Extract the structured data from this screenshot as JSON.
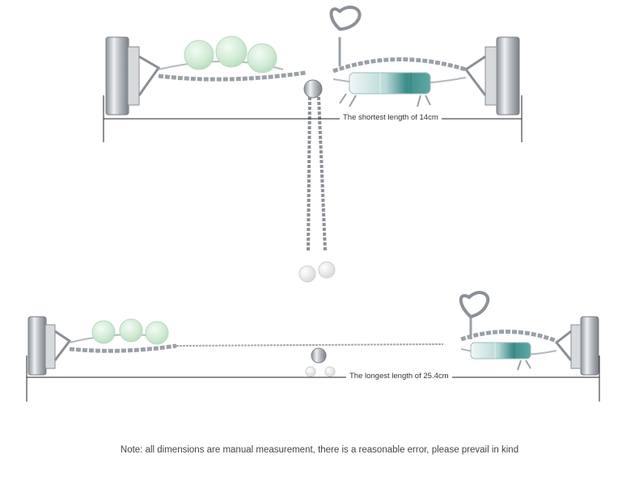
{
  "measurements": {
    "shortest_label": "The shortest length of 14cm",
    "longest_label": "The longest length of 25.4cm"
  },
  "note": "Note: all dimensions are manual measurement, there is a reasonable error, please prevail in kind",
  "colors": {
    "metal": "#c9ccd1",
    "metal_dark": "#7d8289",
    "jade": "#d8efdc",
    "bamboo_light": "#e6f1f1",
    "bamboo_dark": "#3f8f8c",
    "pearl": "#f4f4f4",
    "dim_line": "#222222"
  }
}
